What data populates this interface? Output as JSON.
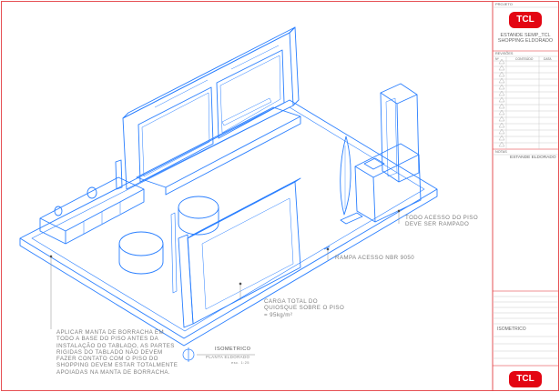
{
  "title_block": {
    "header_label": "PROJETO",
    "logo_text": "TCL",
    "project_line1": "ESTANDE SEMP_TCL",
    "project_line2": "SHOPPING ELDORADO",
    "revisions_label": "REVISÕES",
    "rev_columns": [
      "Nº",
      "CONTEÚDO",
      "DATA"
    ],
    "notes_label": "NOTAS",
    "notes_value": "ESTANDE ELDORADO",
    "drawing_label": "ISOMETRICO",
    "bottom_logo_text": "TCL"
  },
  "annotations": {
    "piso": [
      "TODO ACESSO DO PISO",
      "DEVE SER RAMPADO"
    ],
    "rampa": "RAMPA ACESSO NBR 9050",
    "carga": [
      "CARGA TOTAL DO",
      "QUIOSQUE SOBRE O PISO",
      "= 95kg/m²"
    ],
    "manta": [
      "APLICAR MANTA DE BORRACHA EM",
      "TODO A BASE DO PISO ANTES DA",
      "INSTALAÇÃO DO TABLADO, AS PARTES",
      "RIGIDAS DO TABLADO NÃO DEVEM",
      "FAZER CONTATO COM O PISO DO",
      "SHOPPING DEVEM ESTAR TOTALMENTE",
      "APOIADAS NA MANTA DE BORRACHA."
    ]
  },
  "view_label": {
    "title": "ISOMETRICO",
    "subtitle": "PLANTA ELDORADO",
    "scale": "esc. 1:25"
  },
  "colors": {
    "drawing": "#2a7fff",
    "annotation": "#8a8a8a",
    "frame": "#e0262a",
    "brand": "#e30613"
  }
}
